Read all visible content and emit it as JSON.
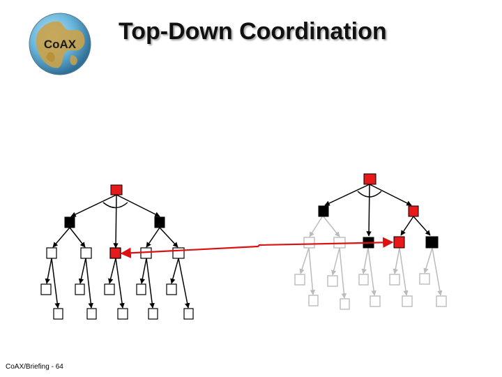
{
  "slide": {
    "title": "Top-Down Coordination",
    "footer": "CoAX/Briefing - 64"
  },
  "logo": {
    "text": "CoAX",
    "icon": "globe-icon"
  },
  "diagram": {
    "icon": "hierarchy-tree-diagram",
    "colors": {
      "active_red": "#e61a1a",
      "control_black": "#000000",
      "inactive_gray": "#bbbbbb",
      "link_red": "#d11"
    },
    "left_tree": {
      "root": "red",
      "level2": [
        "black",
        "black"
      ],
      "level3": [
        "white",
        "white",
        "red",
        "white",
        "white"
      ]
    },
    "right_tree": {
      "root": "red",
      "level2": [
        "black",
        "red"
      ],
      "level3": [
        "gray",
        "gray",
        "black",
        "red",
        "black"
      ]
    },
    "coordination_link": "bidirectional-arrow"
  }
}
